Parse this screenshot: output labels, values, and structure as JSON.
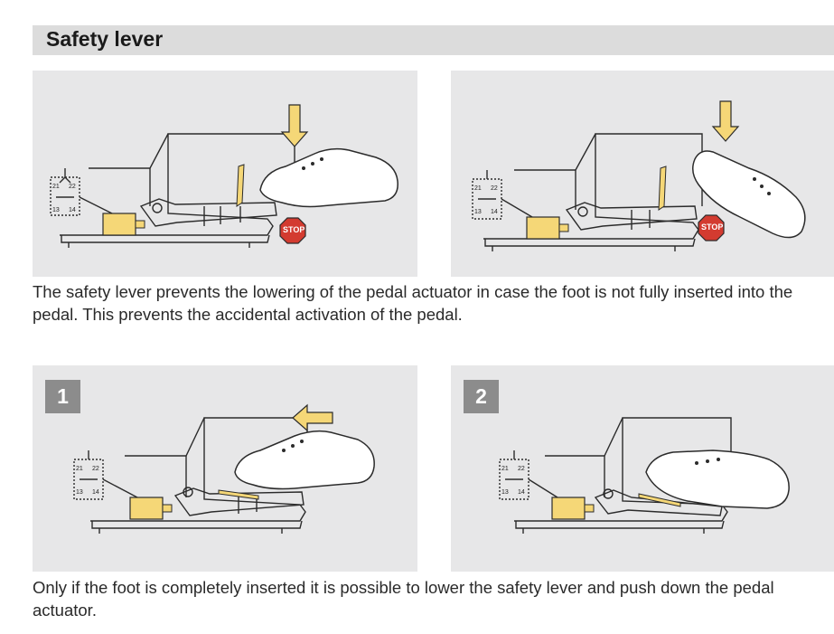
{
  "section": {
    "title": "Safety lever"
  },
  "top_panels": {
    "left": {
      "wiring": {
        "pin_a": "21",
        "pin_b": "22",
        "pin_c": "13",
        "pin_d": "14"
      },
      "stop_sign": "STOP"
    },
    "right": {
      "wiring": {
        "pin_a": "21",
        "pin_b": "22",
        "pin_c": "13",
        "pin_d": "14"
      },
      "stop_sign": "STOP"
    }
  },
  "caption_top": "The safety lever prevents the lowering of the pedal actuator in case the foot is not fully inserted into the pedal. This prevents the accidental activation of the pedal.",
  "bottom_panels": {
    "step1": {
      "badge": "1",
      "wiring": {
        "pin_a": "21",
        "pin_b": "22",
        "pin_c": "13",
        "pin_d": "14"
      }
    },
    "step2": {
      "badge": "2",
      "wiring": {
        "pin_a": "21",
        "pin_b": "22",
        "pin_c": "13",
        "pin_d": "14"
      }
    }
  },
  "caption_bottom": "Only if the foot is completely inserted it is possible to lower the safety lever and push down the pedal actuator.",
  "colors": {
    "panel_bg": "#e7e7e8",
    "title_bar_bg": "#dcdcdc",
    "switch_yellow": "#f5d777",
    "stop_red": "#d33b30",
    "badge_bg": "#8c8c8c"
  }
}
